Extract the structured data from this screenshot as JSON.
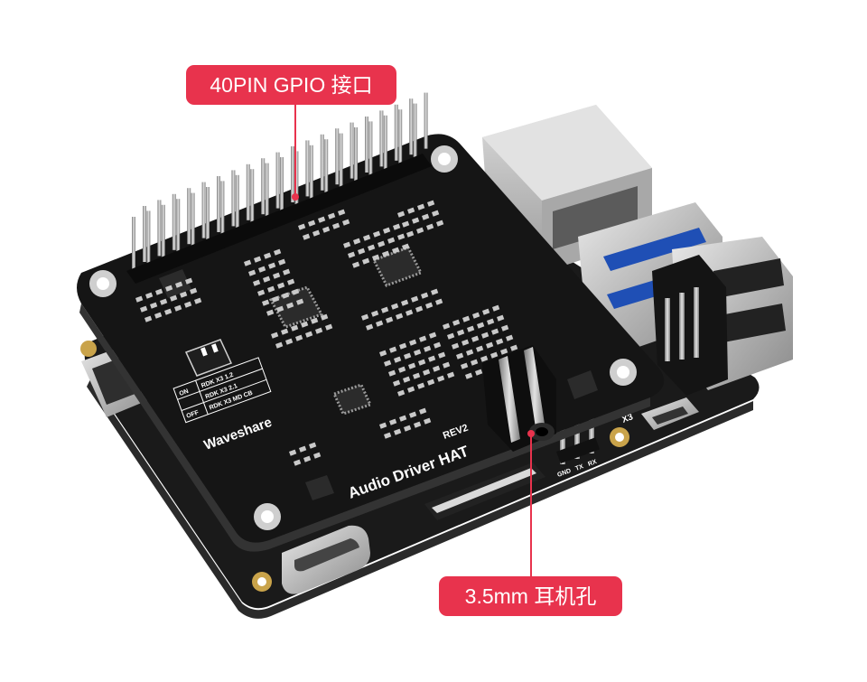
{
  "callouts": {
    "gpio": "40PIN GPIO 接口",
    "jack": "3.5mm 耳机孔"
  },
  "silkscreen": {
    "brand": "Waveshare",
    "product": "Audio Driver HAT",
    "revision": "REV2",
    "switch_on": "ON",
    "switch_off": "OFF",
    "mode_1": "RDK X3 1.2",
    "mode_2": "RDK X3 2.1",
    "mode_3": "RDK X3 MD CB",
    "uart_gnd": "GND",
    "uart_tx": "TX",
    "uart_rx": "RX",
    "base_label": "X3"
  },
  "colors": {
    "accent": "#e8334d",
    "pcb": "#141414",
    "pad": "#c9c9c9"
  }
}
